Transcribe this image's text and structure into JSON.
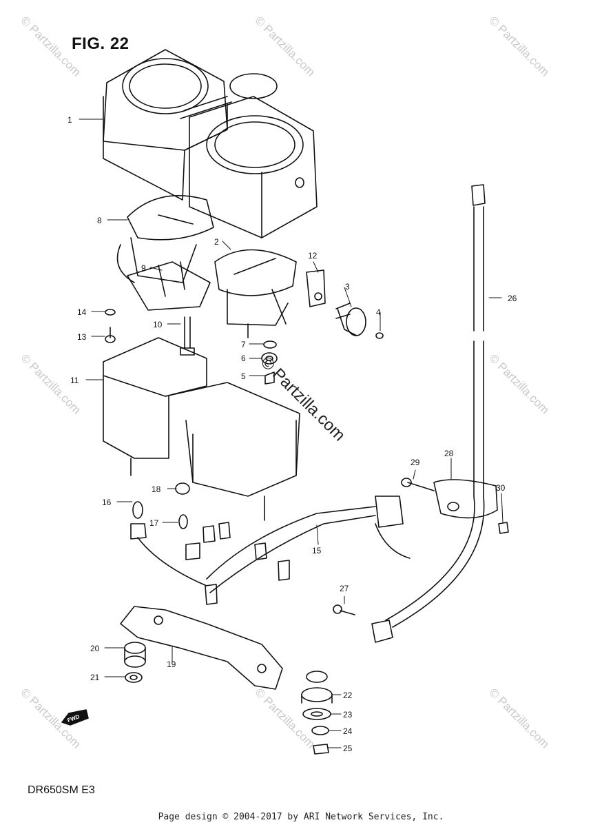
{
  "figure_title": "FIG. 22",
  "model_code": "DR650SM E3",
  "footer": "Page design © 2004-2017 by ARI Network Services, Inc.",
  "watermark_small": "© Partzilla.com",
  "watermark_big": "© Partzilla.com",
  "callouts": [
    "1",
    "2",
    "3",
    "4",
    "5",
    "6",
    "7",
    "8",
    "9",
    "10",
    "11",
    "12",
    "13",
    "14",
    "15",
    "16",
    "17",
    "18",
    "19",
    "20",
    "21",
    "22",
    "23",
    "24",
    "25",
    "26",
    "27",
    "28",
    "29",
    "30"
  ],
  "fwd_label": "FWD"
}
